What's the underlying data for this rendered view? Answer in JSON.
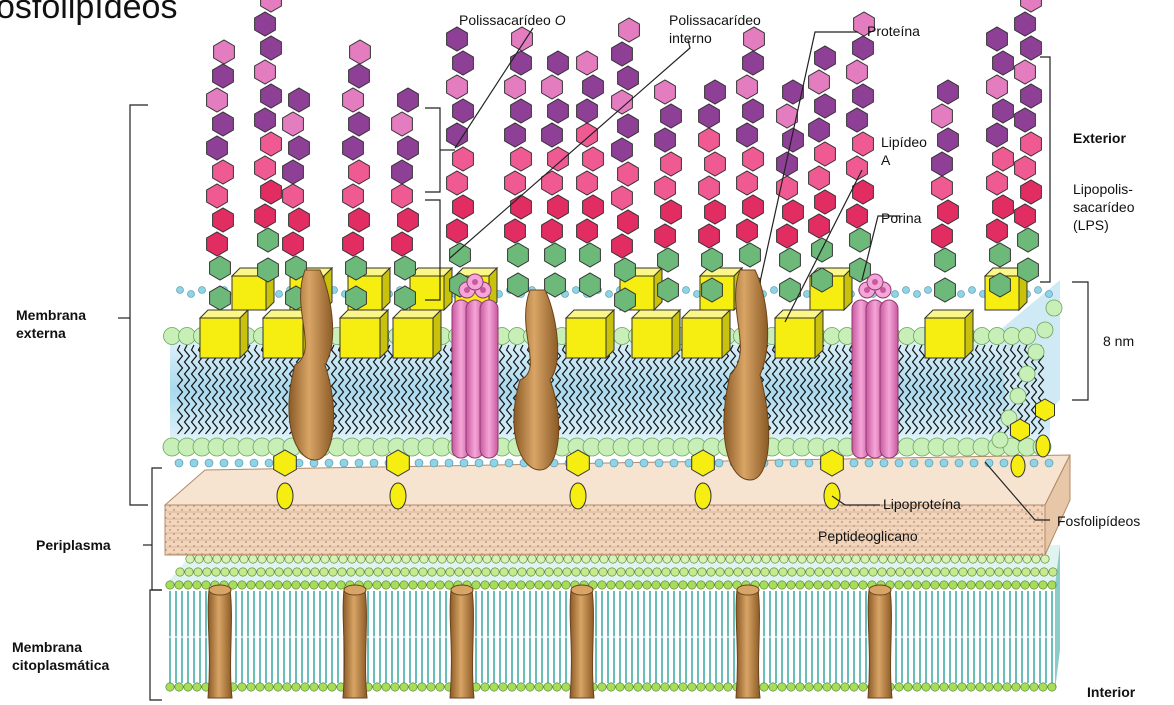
{
  "diagram": {
    "title_fragment": "osfolipídeos",
    "labels": {
      "polissacarideo_o_prefix": "Polissacarídeo",
      "polissacarideo_o_letter": "O",
      "polissacarideo_interno_l1": "Polissacarídeo",
      "polissacarideo_interno_l2": "interno",
      "proteina": "Proteína",
      "exterior": "Exterior",
      "lipideo_a_l1": "Lipídeo",
      "lipideo_a_l2": "A",
      "lps_l1": "Lipopolis-",
      "lps_l2": "sacarídeo",
      "lps_l3": "(LPS)",
      "porina": "Porina",
      "membrana_externa_l1": "Membrana",
      "membrana_externa_l2": "externa",
      "thickness": "8 nm",
      "lipoproteina": "Lipoproteína",
      "peptideoglicano": "Peptideoglicano",
      "fosfolipideos": "Fosfolipídeos",
      "periplasma": "Periplasma",
      "membrana_cito_l1": "Membrana",
      "membrana_cito_l2": "citoplasmática",
      "interior": "Interior"
    },
    "colors": {
      "membrane_fluid": "#bfe3f2",
      "head_green": "#c9efb8",
      "head_cyan": "#8fd3e6",
      "lipid_a_yellow": "#f5ee10",
      "sugar_dark_purple": "#8e3f96",
      "sugar_light_pink": "#e47cc0",
      "sugar_pink": "#f05a92",
      "sugar_red": "#e22d62",
      "core_green": "#6cb97a",
      "porin_pink": "#e98ac8",
      "protein_brown": "#b6803f",
      "peptidoglycan": "#f1d6bd",
      "cyto_green": "#a8dd5a",
      "cyto_teal": "#2ba39b"
    }
  }
}
